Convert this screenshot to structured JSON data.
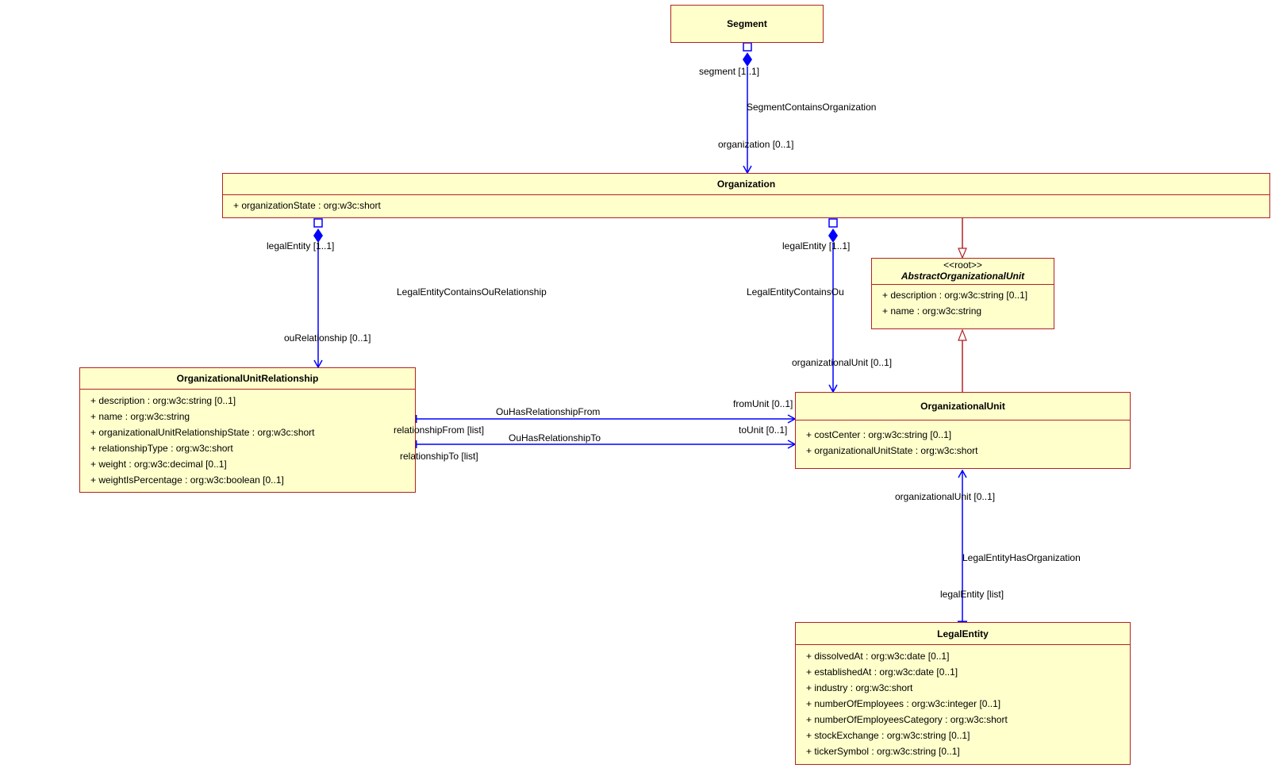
{
  "diagram": {
    "classes": [
      {
        "id": "segment",
        "name": "Segment",
        "stereotype": "",
        "attributes": []
      },
      {
        "id": "organization",
        "name": "Organization",
        "stereotype": "",
        "attributes": [
          "+ organizationState : org:w3c:short"
        ]
      },
      {
        "id": "abstract-ou",
        "name": "AbstractOrganizationalUnit",
        "stereotype": "<<root>>",
        "abstract": true,
        "attributes": [
          "+ description : org:w3c:string [0..1]",
          "+ name : org:w3c:string"
        ]
      },
      {
        "id": "ou-relationship",
        "name": "OrganizationalUnitRelationship",
        "stereotype": "",
        "attributes": [
          "+ description : org:w3c:string [0..1]",
          "+ name : org:w3c:string",
          "+ organizationalUnitRelationshipState : org:w3c:short",
          "+ relationshipType : org:w3c:short",
          "+ weight : org:w3c:decimal [0..1]",
          "+ weightIsPercentage : org:w3c:boolean [0..1]"
        ]
      },
      {
        "id": "organizational-unit",
        "name": "OrganizationalUnit",
        "stereotype": "",
        "attributes": [
          "+ costCenter : org:w3c:string [0..1]",
          "+ organizationalUnitState : org:w3c:short"
        ]
      },
      {
        "id": "legal-entity",
        "name": "LegalEntity",
        "stereotype": "",
        "attributes": [
          "+ dissolvedAt : org:w3c:date [0..1]",
          "+ establishedAt : org:w3c:date [0..1]",
          "+ industry : org:w3c:short",
          "+ numberOfEmployees : org:w3c:integer [0..1]",
          "+ numberOfEmployeesCategory : org:w3c:short",
          "+ stockExchange : org:w3c:string [0..1]",
          "+ tickerSymbol : org:w3c:string [0..1]"
        ]
      }
    ],
    "associations": [
      {
        "name": "SegmentContainsOrganization",
        "source_role": "segment [1..1]",
        "target_role": "organization [0..1]"
      },
      {
        "name": "LegalEntityContainsOuRelationship",
        "source_role": "legalEntity [1..1]",
        "target_role": "ouRelationship [0..1]"
      },
      {
        "name": "LegalEntityContainsOu",
        "source_role": "legalEntity [1..1]",
        "target_role": "organizationalUnit [0..1]"
      },
      {
        "name": "OuHasRelationshipFrom",
        "source_role": "relationshipFrom [list]",
        "target_role": "fromUnit [0..1]"
      },
      {
        "name": "OuHasRelationshipTo",
        "source_role": "relationshipTo [list]",
        "target_role": "toUnit [0..1]"
      },
      {
        "name": "LegalEntityHasOrganization",
        "source_role": "legalEntity [list]",
        "target_role": "organizationalUnit [0..1]"
      }
    ],
    "colors": {
      "class_fill": "#ffffcc",
      "class_border": "#b22222",
      "association_line": "#0000ff",
      "generalization_line": "#b22222"
    }
  }
}
